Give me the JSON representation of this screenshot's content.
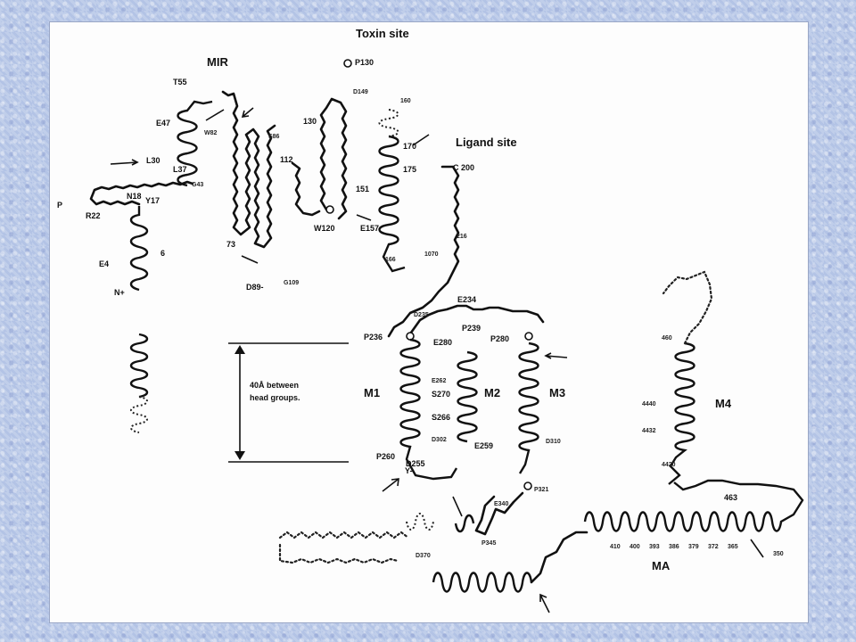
{
  "labels": {
    "toxin_site": "Toxin site",
    "mir": "MIR",
    "ligand_site": "Ligand site",
    "t55": "T55",
    "e47": "E47",
    "l30": "L30",
    "l37": "L37",
    "n18": "N18",
    "y17": "Y17",
    "r22": "R22",
    "e4": "E4",
    "n_plus": "N+",
    "p130": "P130",
    "c130": "130",
    "n112": "112",
    "n73": "73",
    "d89": "D89-",
    "w120": "W120",
    "e157": "E157",
    "c200": "C 200",
    "n151": "151",
    "n170": "170",
    "n175": "175",
    "e234": "E234",
    "p236": "P236",
    "p239": "P239",
    "e280": "E280",
    "p280": "P280",
    "s270": "S270",
    "s266": "S266",
    "e259": "E259",
    "d255": "D255",
    "p260": "P260",
    "y_minus": "Y-",
    "m1": "M1",
    "m2": "M2",
    "m3": "M3",
    "m4": "M4",
    "ma": "MA",
    "n463": "463",
    "head_groups": [
      "40Å between",
      "head groups."
    ],
    "p_left": "P",
    "six": "6"
  },
  "tiny_labels": {
    "g43": "G43",
    "w82": "W82",
    "s86": "S86",
    "g109": "G109",
    "d149": "D149",
    "n160": "160",
    "n166": "166",
    "n180": "1070",
    "n216": "216",
    "n235": "D235",
    "n262": "E262",
    "n302": "D302",
    "n310": "D310",
    "n321": "P321",
    "n340": "E340",
    "n345": "P345",
    "n370": "D370",
    "n460": "460",
    "n440": "4440",
    "n432": "4432",
    "n420": "4420",
    "n410": "410",
    "n400": "400",
    "n393": "393",
    "n386": "386",
    "n379": "379",
    "n372": "372",
    "n365": "365",
    "n350": "350"
  }
}
